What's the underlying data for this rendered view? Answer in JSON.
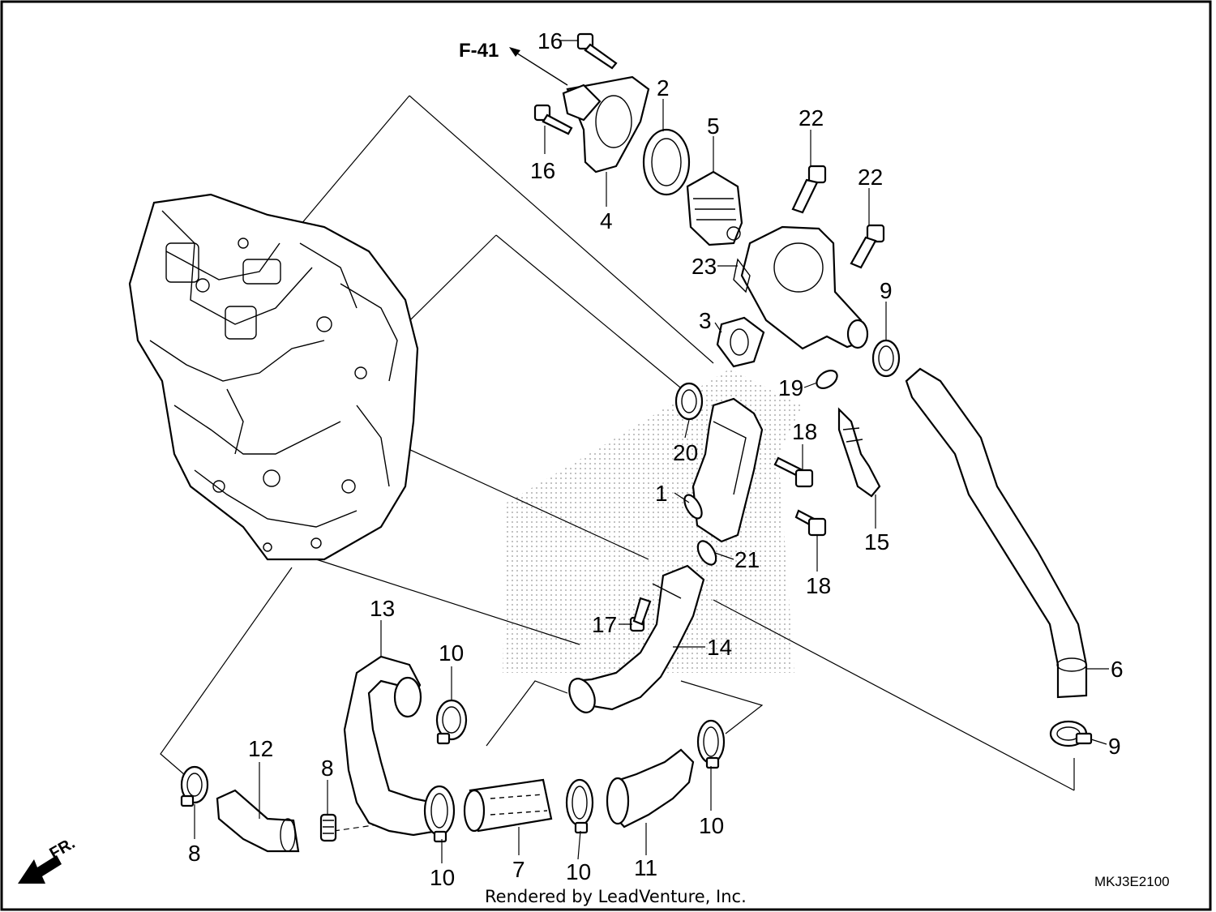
{
  "diagram": {
    "reference": "F-41",
    "diagram_code": "MKJ3E2100",
    "credit": "Rendered by LeadVenture, Inc.",
    "front_indicator": "FR.",
    "callouts": {
      "c1": "1",
      "c2": "2",
      "c3": "3",
      "c4": "4",
      "c5": "5",
      "c6": "6",
      "c7": "7",
      "c8a": "8",
      "c8b": "8",
      "c9a": "9",
      "c9b": "9",
      "c10a": "10",
      "c10b": "10",
      "c10c": "10",
      "c10d": "10",
      "c11": "11",
      "c12": "12",
      "c13": "13",
      "c14": "14",
      "c15": "15",
      "c16a": "16",
      "c16b": "16",
      "c17": "17",
      "c18a": "18",
      "c18b": "18",
      "c19": "19",
      "c20": "20",
      "c21": "21",
      "c22a": "22",
      "c22b": "22",
      "c23": "23"
    }
  }
}
